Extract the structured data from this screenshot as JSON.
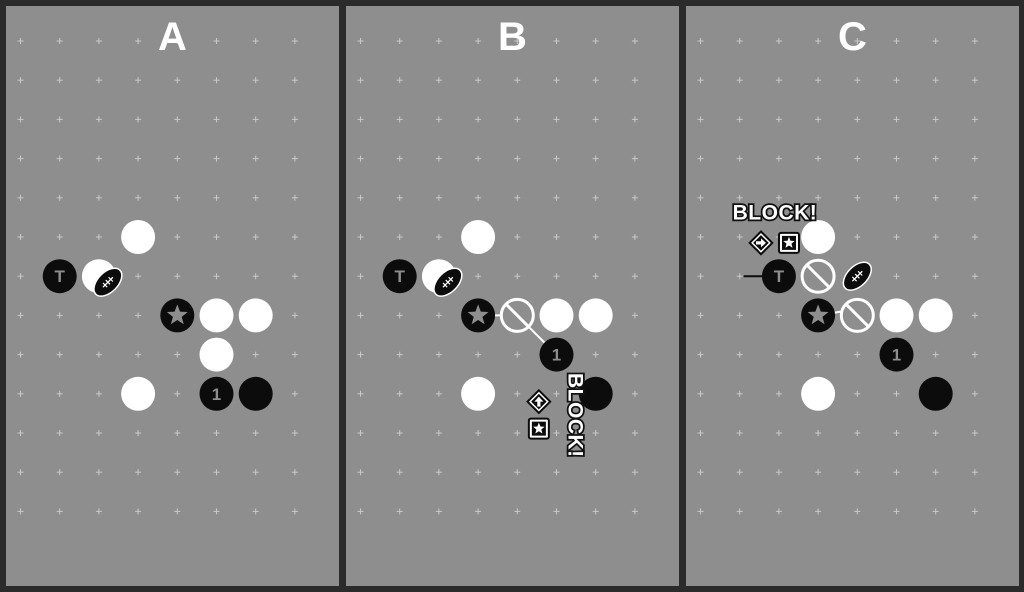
{
  "colors": {
    "background": "#2b2b2b",
    "field": "#8e8e8e",
    "grid": "#c9c9c9",
    "white_piece": "#ffffff",
    "black_piece": "#0c0c0c"
  },
  "panels": [
    {
      "title": "A",
      "pieces": [
        {
          "team": "white",
          "col": 3,
          "row": 5,
          "mark": ""
        },
        {
          "team": "black",
          "col": 1,
          "row": 6,
          "mark": "T"
        },
        {
          "team": "white",
          "col": 2,
          "row": 6,
          "mark": "ball-holder"
        },
        {
          "team": "black",
          "col": 4,
          "row": 7,
          "mark": "star"
        },
        {
          "team": "white",
          "col": 5,
          "row": 7,
          "mark": ""
        },
        {
          "team": "white",
          "col": 6,
          "row": 7,
          "mark": ""
        },
        {
          "team": "white",
          "col": 5,
          "row": 8,
          "mark": ""
        },
        {
          "team": "white",
          "col": 3,
          "row": 9,
          "mark": ""
        },
        {
          "team": "black",
          "col": 5,
          "row": 9,
          "mark": "1"
        },
        {
          "team": "black",
          "col": 6,
          "row": 9,
          "mark": ""
        }
      ],
      "moves": [],
      "labels": []
    },
    {
      "title": "B",
      "pieces": [
        {
          "team": "white",
          "col": 3,
          "row": 5,
          "mark": ""
        },
        {
          "team": "black",
          "col": 1,
          "row": 6,
          "mark": "T"
        },
        {
          "team": "white",
          "col": 2,
          "row": 6,
          "mark": "ball-holder"
        },
        {
          "team": "black",
          "col": 3,
          "row": 7,
          "mark": "star"
        },
        {
          "team": "white",
          "col": 4,
          "row": 7,
          "mark": "blocked"
        },
        {
          "team": "white",
          "col": 5,
          "row": 7,
          "mark": ""
        },
        {
          "team": "white",
          "col": 6,
          "row": 7,
          "mark": ""
        },
        {
          "team": "black",
          "col": 5,
          "row": 8,
          "mark": "1"
        },
        {
          "team": "white",
          "col": 3,
          "row": 9,
          "mark": ""
        },
        {
          "team": "black",
          "col": 6,
          "row": 9,
          "mark": ""
        }
      ],
      "moves": [
        {
          "from": [
            4,
            7
          ],
          "to": [
            5,
            8
          ]
        },
        {
          "from": [
            4,
            7
          ],
          "to": [
            3,
            7
          ]
        }
      ],
      "labels": [
        {
          "text": "BLOCK!",
          "col": 5.3,
          "row": 9.55,
          "orientation": "vertical",
          "icons": [
            "arrow-up-icon",
            "star-burst-icon"
          ],
          "icons_col": 4.55,
          "icons_row": 9.2,
          "icons_stack": "vertical"
        }
      ]
    },
    {
      "title": "C",
      "pieces": [
        {
          "team": "white",
          "col": 3,
          "row": 5,
          "mark": ""
        },
        {
          "team": "black",
          "col": 2,
          "row": 6,
          "mark": "T"
        },
        {
          "team": "white",
          "col": 3,
          "row": 6,
          "mark": "blocked"
        },
        {
          "team": "ball",
          "col": 4,
          "row": 6,
          "mark": "ball"
        },
        {
          "team": "black",
          "col": 3,
          "row": 7,
          "mark": "star"
        },
        {
          "team": "white",
          "col": 4,
          "row": 7,
          "mark": "blocked"
        },
        {
          "team": "white",
          "col": 5,
          "row": 7,
          "mark": ""
        },
        {
          "team": "white",
          "col": 6,
          "row": 7,
          "mark": ""
        },
        {
          "team": "black",
          "col": 5,
          "row": 8,
          "mark": "1"
        },
        {
          "team": "white",
          "col": 3,
          "row": 9,
          "mark": ""
        },
        {
          "team": "black",
          "col": 6,
          "row": 9,
          "mark": ""
        }
      ],
      "moves": [
        {
          "from": [
            1.1,
            6
          ],
          "to": [
            2,
            6
          ]
        },
        {
          "from": [
            3,
            7
          ],
          "to": [
            3.6,
            6.9
          ]
        }
      ],
      "labels": [
        {
          "text": "BLOCK!",
          "col": 1.9,
          "row": 4.55,
          "orientation": "horizontal",
          "icons": [
            "arrow-right-icon",
            "star-burst-icon"
          ],
          "icons_col": 1.9,
          "icons_row": 5.15,
          "icons_stack": "horizontal"
        }
      ]
    }
  ]
}
